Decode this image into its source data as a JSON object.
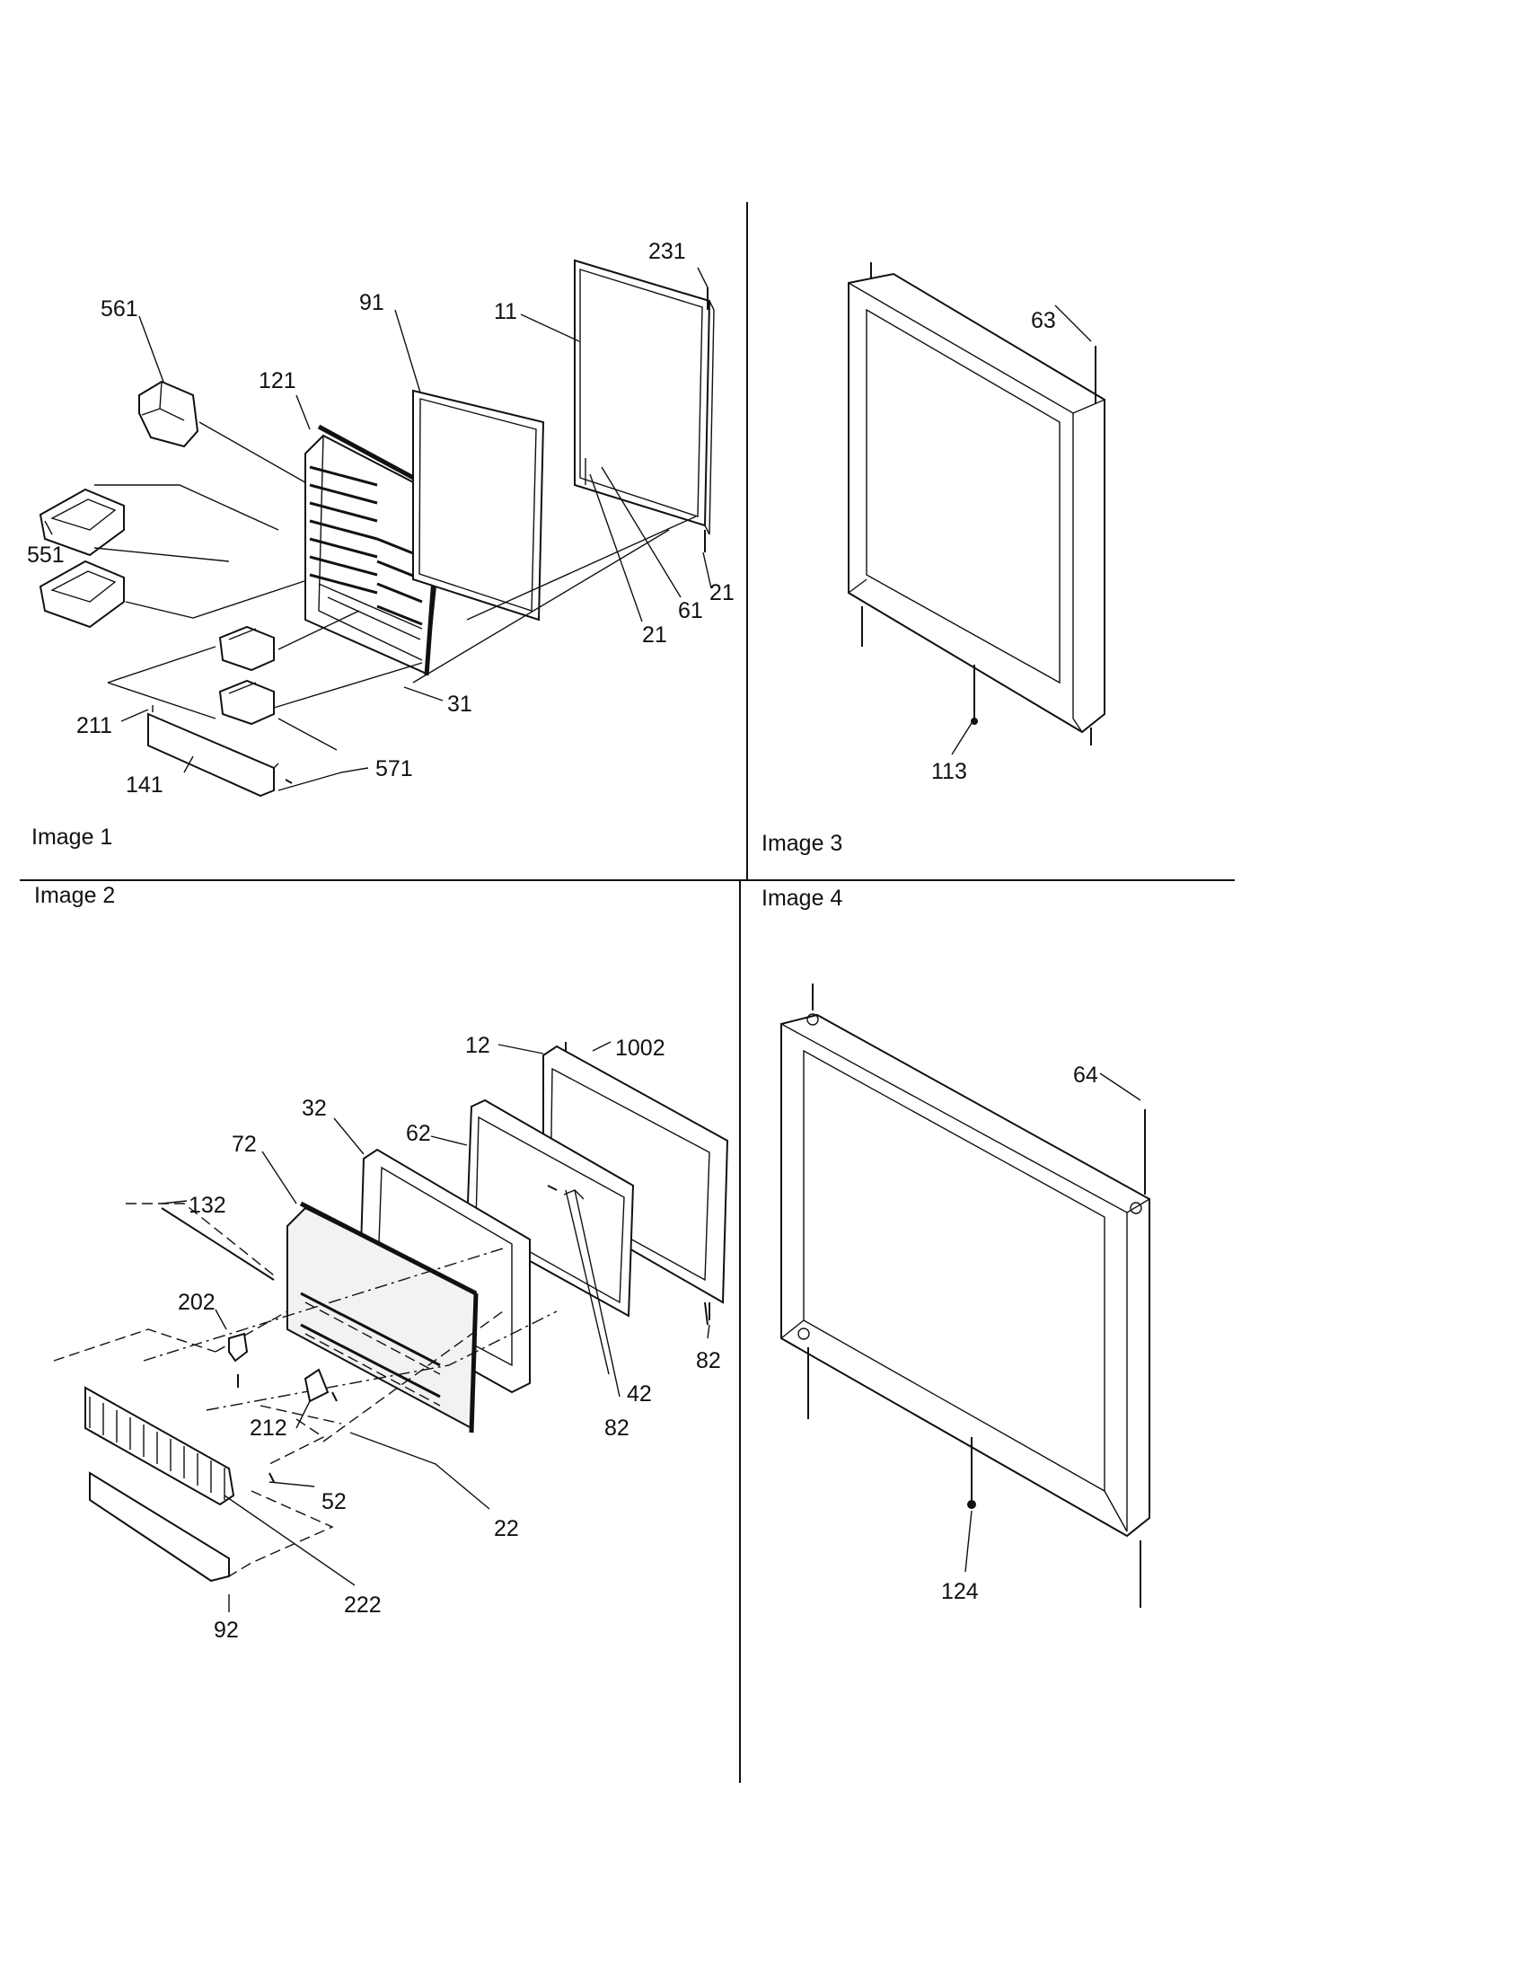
{
  "panels": [
    {
      "id": "image1",
      "caption": "Image 1"
    },
    {
      "id": "image2",
      "caption": "Image 2"
    },
    {
      "id": "image3",
      "caption": "Image 3"
    },
    {
      "id": "image4",
      "caption": "Image 4"
    }
  ],
  "callouts": {
    "image1": [
      "561",
      "121",
      "91",
      "11",
      "231",
      "551",
      "61",
      "21",
      "21",
      "31",
      "211",
      "141",
      "571"
    ],
    "image2": [
      "12",
      "1002",
      "32",
      "62",
      "72",
      "132",
      "202",
      "42",
      "82",
      "82",
      "212",
      "52",
      "22",
      "222",
      "92"
    ],
    "image3": [
      "63",
      "113"
    ],
    "image4": [
      "64",
      "124"
    ]
  }
}
